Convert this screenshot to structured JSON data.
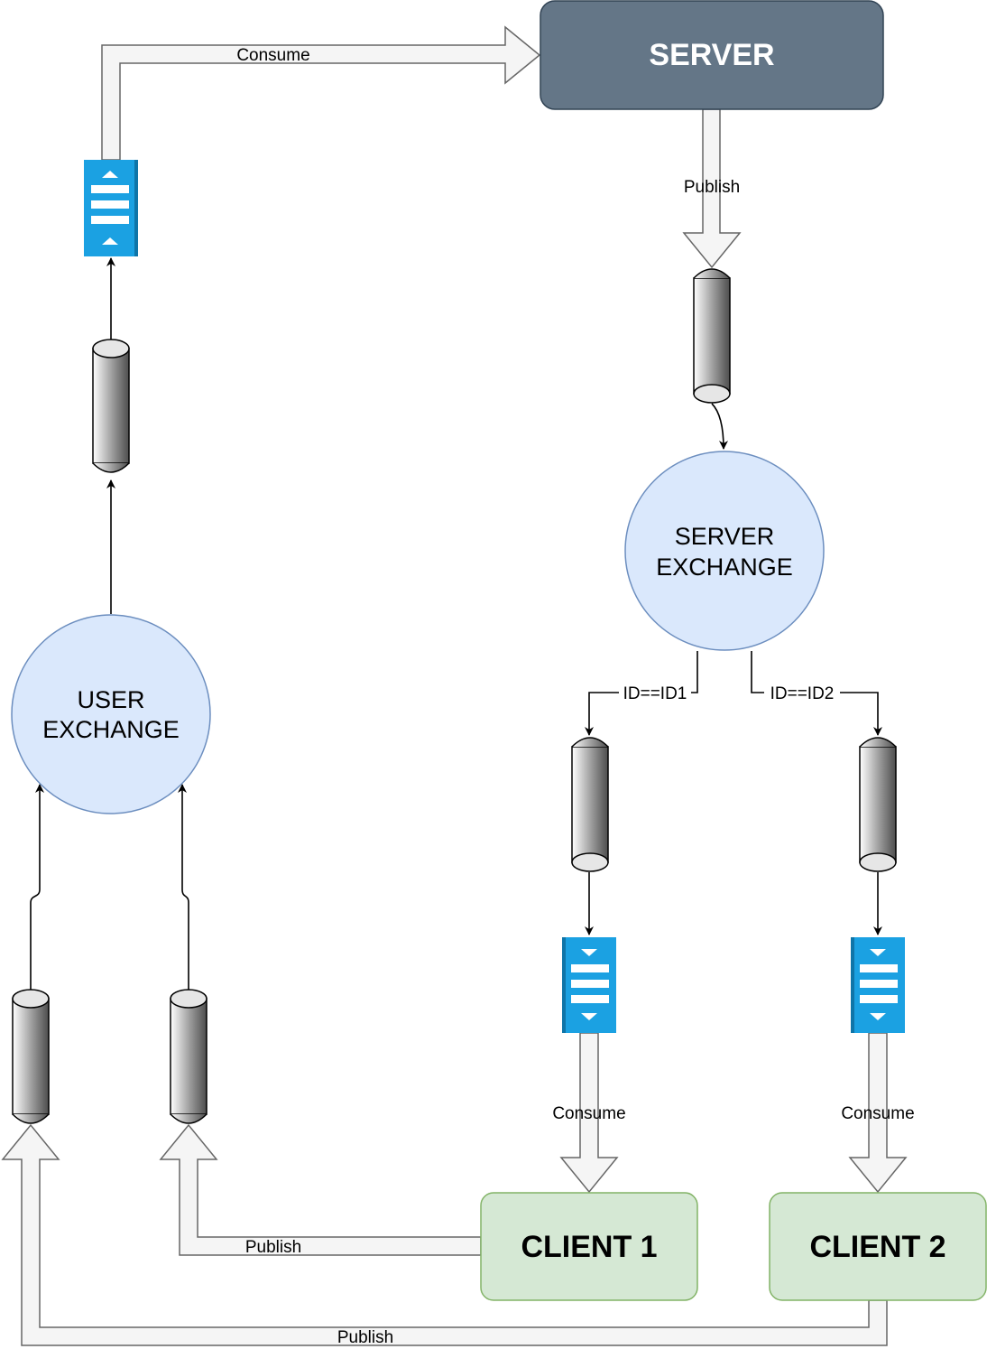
{
  "nodes": {
    "server": "SERVER",
    "server_exchange": [
      "SERVER",
      "EXCHANGE"
    ],
    "user_exchange": [
      "USER",
      "EXCHANGE"
    ],
    "client1": "CLIENT 1",
    "client2": "CLIENT 2"
  },
  "edges": {
    "consume_to_server": "Consume",
    "server_publish": "Publish",
    "route_id1": "ID==ID1",
    "route_id2": "ID==ID2",
    "consume_client1": "Consume",
    "consume_client2": "Consume",
    "client1_publish": "Publish",
    "client2_publish": "Publish"
  },
  "colors": {
    "server_fill": "#647687",
    "server_stroke": "#314354",
    "exchange_fill": "#dae8fc",
    "exchange_stroke": "#6c8ebf",
    "client_fill": "#d5e8d4",
    "client_stroke": "#82b366",
    "queue_icon": "#1ba1e2",
    "queue_icon_dark": "#0f75a8",
    "flow_arrow_fill": "#f5f5f5",
    "flow_arrow_stroke": "#666666"
  }
}
